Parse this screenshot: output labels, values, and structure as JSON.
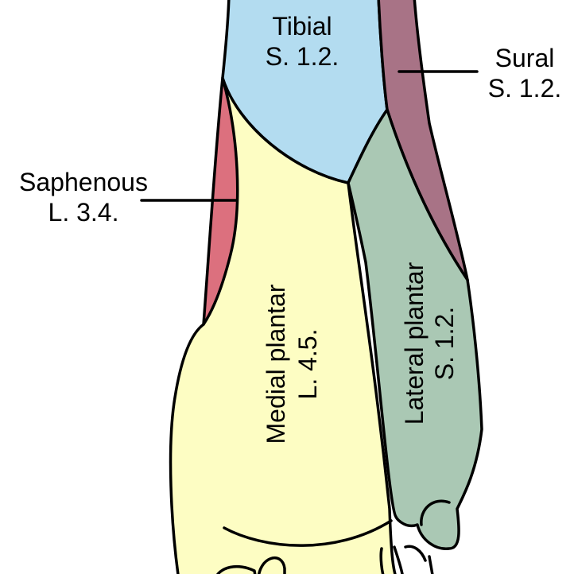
{
  "regions": {
    "tibial": {
      "name": "Tibial",
      "level": "S. 1.2.",
      "color": "#b3dcf0"
    },
    "sural": {
      "name": "Sural",
      "level": "S. 1.2.",
      "color": "#a87386"
    },
    "saphenous": {
      "name": "Saphenous",
      "level": "L. 3.4.",
      "color": "#dc707e"
    },
    "medial_plantar": {
      "name": "Medial plantar",
      "level": "L. 4.5.",
      "color": "#fdfdc3"
    },
    "lateral_plantar": {
      "name": "Lateral plantar",
      "level": "S. 1.2.",
      "color": "#aac8b4"
    }
  },
  "outline_color": "#000000"
}
